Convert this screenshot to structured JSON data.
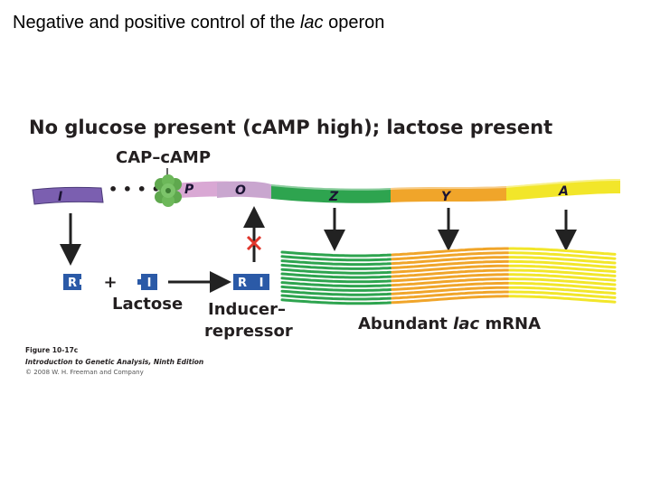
{
  "slide": {
    "title_pre": "Negative and positive control of the ",
    "title_italic": "lac",
    "title_post": " operon"
  },
  "figure": {
    "heading": "No glucose present (cAMP high); lactose present",
    "cap_label": "CAP–cAMP",
    "genes": {
      "I": "I",
      "P": "P",
      "O": "O",
      "Z": "Z",
      "Y": "Y",
      "A": "A"
    },
    "repressor_letter": "R",
    "inducer_letter": "I",
    "plus": "+",
    "lactose_label": "Lactose",
    "inducer_repressor_line1": "Inducer–",
    "inducer_repressor_line2": "repressor",
    "mrna_pre": "Abundant ",
    "mrna_italic": "lac",
    "mrna_post": " mRNA",
    "caption_line1": "Figure 10-17c",
    "caption_line2": "Introduction to Genetic Analysis, Ninth Edition",
    "caption_line3": "© 2008 W. H. Freeman and Company"
  },
  "colors": {
    "I_gene": "#7b5fb0",
    "P_region": "#d9a8d4",
    "O_region": "#c9a6cf",
    "Z_gene": "#2ea44f",
    "Y_gene": "#f0a52a",
    "A_gene": "#f2e62a",
    "repressor": "#2b5aa7",
    "cap": "#5fa84e",
    "block_x": "#e0352b"
  }
}
